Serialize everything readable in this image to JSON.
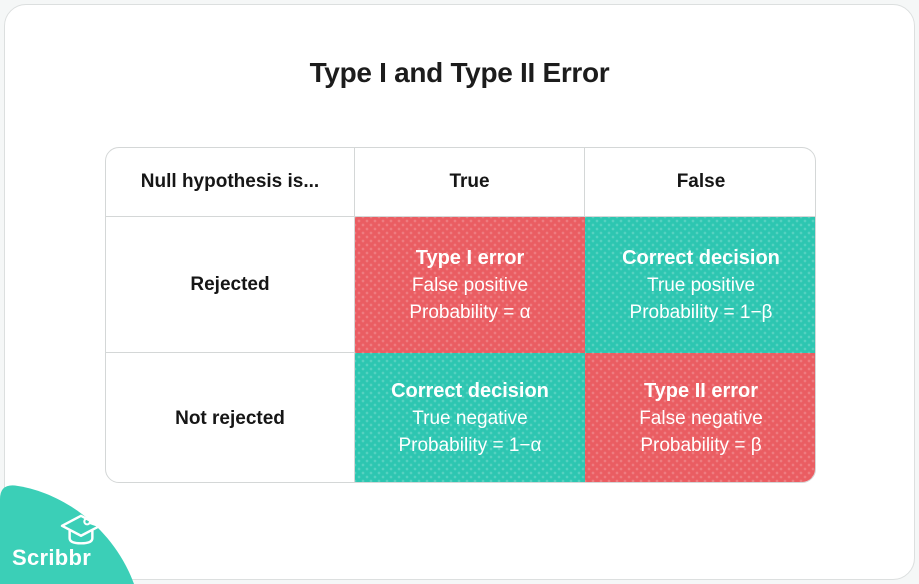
{
  "title": "Type I and Type II Error",
  "table": {
    "header": [
      "Null hypothesis is...",
      "True",
      "False"
    ],
    "rows": [
      {
        "label": "Rejected",
        "cells": [
          {
            "kind": "error",
            "title": "Type I error",
            "line2": "False positive",
            "line3": "Probability = α"
          },
          {
            "kind": "correct",
            "title": "Correct decision",
            "line2": "True positive",
            "line3": "Probability = 1−β"
          }
        ]
      },
      {
        "label": "Not rejected",
        "cells": [
          {
            "kind": "correct",
            "title": "Correct decision",
            "line2": "True negative",
            "line3": "Probability = 1−α"
          },
          {
            "kind": "error",
            "title": "Type II error",
            "line2": "False negative",
            "line3": "Probability = β"
          }
        ]
      }
    ]
  },
  "logo": {
    "text": "Scribbr",
    "icon": "graduation-cap-icon"
  },
  "colors": {
    "error": "#ea5d62",
    "correct": "#2dc6b1",
    "brand": "#3bcfb7"
  }
}
